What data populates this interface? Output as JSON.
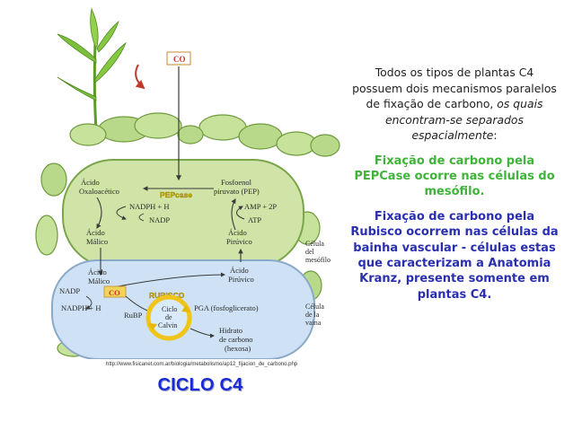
{
  "diagram": {
    "co2_top": "CO",
    "enzyme_mesophyll": "PEPcase",
    "enzyme_bundle": "RUBISCO",
    "oxaloacetic": [
      "Ácido",
      "Oxaloacético"
    ],
    "pep": [
      "Fosfoenol",
      "piruvato (PEP)"
    ],
    "nadph_top": "NADPH + H",
    "nadp_top": "NADP",
    "amp": "AMP + 2P",
    "atp": "ATP",
    "malic_top": [
      "Ácido",
      "Málico"
    ],
    "pyruvic_top": [
      "Ácido",
      "Pirúvico"
    ],
    "mesophyll_cell": [
      "Célula",
      "del",
      "mesófilo"
    ],
    "malic_bottom": [
      "Ácido",
      "Málico"
    ],
    "pyruvic_bottom": [
      "Ácido",
      "Pirúvico"
    ],
    "nadp_bottom": "NADP",
    "co2_bottom": "CO",
    "nadph_bottom": "NADPH + H",
    "rubp": "RuBP",
    "calvin": [
      "Ciclo",
      "de",
      "Calvin"
    ],
    "pga": "PGA (fosfoglicerato)",
    "sheath_cell": [
      "Célula",
      "de la",
      "vaina"
    ],
    "carbohydrate": [
      "Hidrato",
      "de carbono",
      "(hexosa)"
    ]
  },
  "source_url": "http://www.fisicanet.com.ar/biologia/metabolismo/ap12_fijacion_de_carbono.php",
  "title": "CICLO C4",
  "panel": {
    "intro_part1": "Todos os tipos de plantas C4 possuem dois mecanismos paralelos de fixação de carbono, ",
    "intro_italic": "os quais encontram-se separados espacialmente",
    "intro_end": ":",
    "green_text": "Fixação de carbono pela PEPCase ocorre nas células do mesófilo.",
    "blue_text": "Fixação de carbono pela Rubisco ocorrem nas células da bainha vascular - células estas que caracterizam a Anatomia Kranz, presente somente em plantas C4."
  },
  "colors": {
    "title": "#1a2bd6",
    "green_text": "#3fb33a",
    "blue_text": "#2a2fb0",
    "mesophyll_fill": "#cde3a4",
    "bundle_fill": "#cfe3f7",
    "enzyme_label": "#d4b200",
    "calvin_ring": "#f0c419"
  }
}
